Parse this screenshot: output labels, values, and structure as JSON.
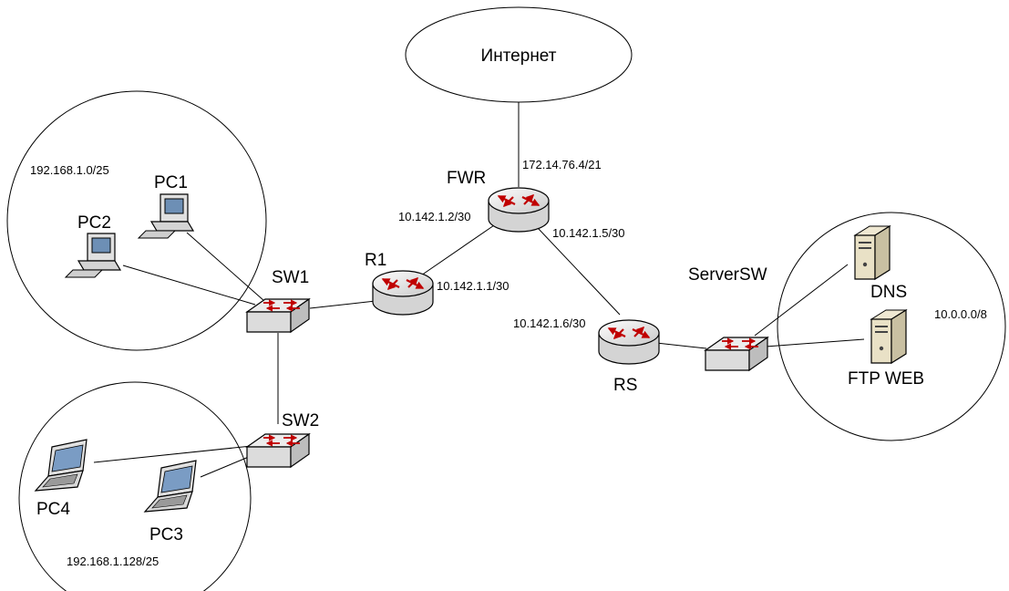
{
  "clouds": {
    "internet": "Интернет"
  },
  "subnets": {
    "lan1": "192.168.1.0/25",
    "lan2": "192.168.1.128/25",
    "servers": "10.0.0.0/8"
  },
  "devices": {
    "pc1": "PC1",
    "pc2": "PC2",
    "pc3": "PC3",
    "pc4": "PC4",
    "sw1": "SW1",
    "sw2": "SW2",
    "r1": "R1",
    "fwr": "FWR",
    "rs": "RS",
    "serversw": "ServerSW",
    "dns": "DNS",
    "ftpweb": "FTP WEB"
  },
  "addresses": {
    "fwr_internet": "172.14.76.4/21",
    "fwr_r1": "10.142.1.2/30",
    "fwr_rs": "10.142.1.5/30",
    "r1_fwr": "10.142.1.1/30",
    "rs_fwr": "10.142.1.6/30"
  },
  "colors": {
    "router_arrows": "#c00000",
    "device_gray": "#e6e6e6",
    "line": "#000000"
  }
}
